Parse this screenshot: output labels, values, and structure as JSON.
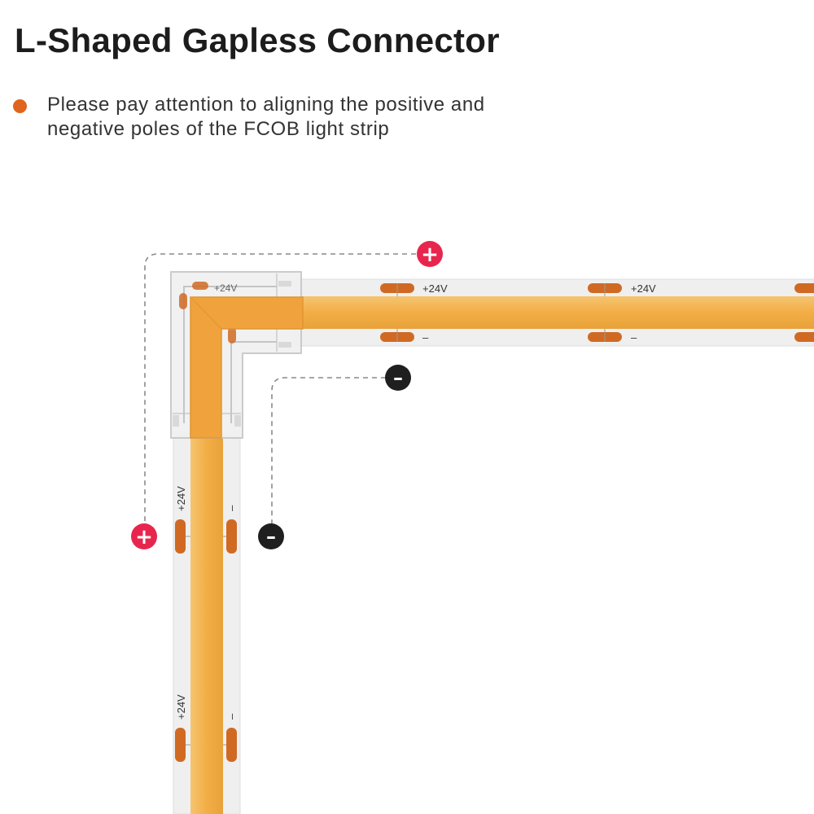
{
  "title": "L-Shaped Gapless Connector",
  "note": {
    "bullet_color": "#e0641e",
    "text": "Please pay attention to aligning the positive and\nnegative poles of the FCOB light strip"
  },
  "diagram": {
    "pole_labels": {
      "positive_top": "+24V",
      "negative_top": "–",
      "connector_label": "+24V",
      "positive_left": "+24V",
      "negative_left": "–"
    },
    "markers": {
      "positive_symbol": "+",
      "negative_symbol": "–",
      "positive_color": "#e8264d",
      "negative_color": "#1f1f1f"
    },
    "colors": {
      "strip_base": "#efefef",
      "cob_light": "#f2ae45",
      "solder_pad": "#d06a23",
      "connector": "#f1f1f1"
    }
  }
}
